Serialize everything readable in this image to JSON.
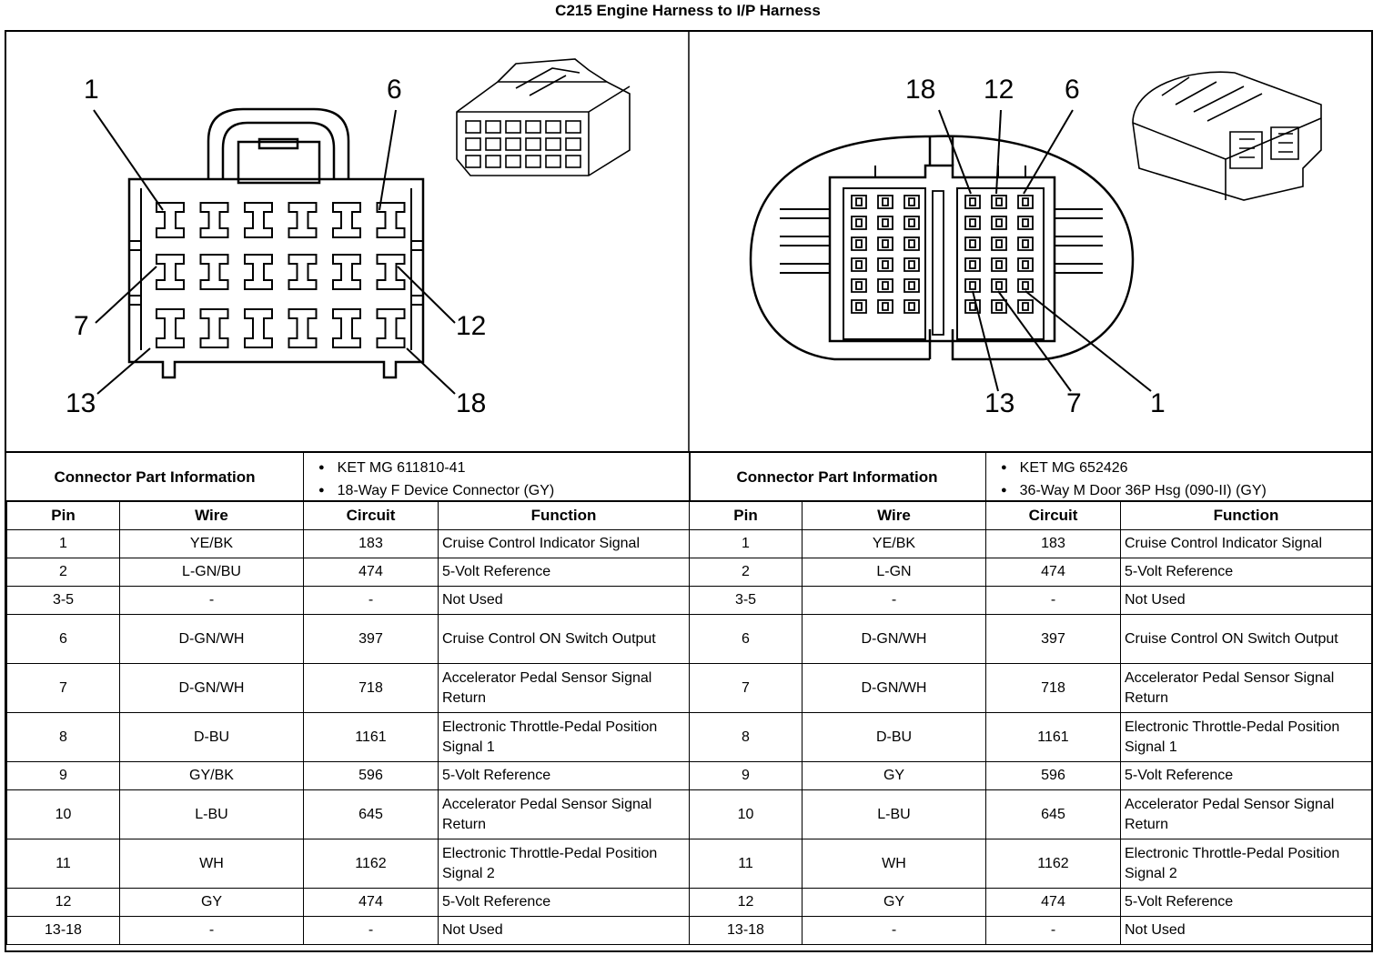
{
  "title": "C215 Engine Harness to I/P Harness",
  "left": {
    "cpi_label": "Connector Part Information",
    "cpi_items": [
      "KET MG 611810-41",
      "18-Way F Device Connector (GY)"
    ],
    "callouts": [
      "1",
      "6",
      "7",
      "12",
      "13",
      "18"
    ],
    "headers": [
      "Pin",
      "Wire",
      "Circuit",
      "Function"
    ],
    "rows": [
      {
        "pin": "1",
        "wire": "YE/BK",
        "circuit": "183",
        "function": "Cruise Control Indicator Signal"
      },
      {
        "pin": "2",
        "wire": "L-GN/BU",
        "circuit": "474",
        "function": "5-Volt Reference"
      },
      {
        "pin": "3-5",
        "wire": "-",
        "circuit": "-",
        "function": "Not Used"
      },
      {
        "pin": "6",
        "wire": "D-GN/WH",
        "circuit": "397",
        "function": "Cruise Control ON Switch Output"
      },
      {
        "pin": "7",
        "wire": "D-GN/WH",
        "circuit": "718",
        "function": "Accelerator Pedal Sensor Signal Return"
      },
      {
        "pin": "8",
        "wire": "D-BU",
        "circuit": "1161",
        "function": "Electronic Throttle-Pedal Position Signal 1"
      },
      {
        "pin": "9",
        "wire": "GY/BK",
        "circuit": "596",
        "function": "5-Volt Reference"
      },
      {
        "pin": "10",
        "wire": "L-BU",
        "circuit": "645",
        "function": "Accelerator Pedal Sensor Signal Return"
      },
      {
        "pin": "11",
        "wire": "WH",
        "circuit": "1162",
        "function": "Electronic Throttle-Pedal Position Signal 2"
      },
      {
        "pin": "12",
        "wire": "GY",
        "circuit": "474",
        "function": "5-Volt Reference"
      },
      {
        "pin": "13-18",
        "wire": "-",
        "circuit": "-",
        "function": "Not Used"
      }
    ]
  },
  "right": {
    "cpi_label": "Connector Part Information",
    "cpi_items": [
      "KET MG 652426",
      "36-Way M Door 36P Hsg (090-II) (GY)"
    ],
    "callouts": [
      "18",
      "12",
      "6",
      "13",
      "7",
      "1"
    ],
    "headers": [
      "Pin",
      "Wire",
      "Circuit",
      "Function"
    ],
    "rows": [
      {
        "pin": "1",
        "wire": "YE/BK",
        "circuit": "183",
        "function": "Cruise Control Indicator Signal"
      },
      {
        "pin": "2",
        "wire": "L-GN",
        "circuit": "474",
        "function": "5-Volt Reference"
      },
      {
        "pin": "3-5",
        "wire": "-",
        "circuit": "-",
        "function": "Not Used"
      },
      {
        "pin": "6",
        "wire": "D-GN/WH",
        "circuit": "397",
        "function": "Cruise Control ON Switch Output"
      },
      {
        "pin": "7",
        "wire": "D-GN/WH",
        "circuit": "718",
        "function": "Accelerator Pedal Sensor Signal Return"
      },
      {
        "pin": "8",
        "wire": "D-BU",
        "circuit": "1161",
        "function": "Electronic Throttle-Pedal Position Signal 1"
      },
      {
        "pin": "9",
        "wire": "GY",
        "circuit": "596",
        "function": "5-Volt Reference"
      },
      {
        "pin": "10",
        "wire": "L-BU",
        "circuit": "645",
        "function": "Accelerator Pedal Sensor Signal Return"
      },
      {
        "pin": "11",
        "wire": "WH",
        "circuit": "1162",
        "function": "Electronic Throttle-Pedal Position Signal 2"
      },
      {
        "pin": "12",
        "wire": "GY",
        "circuit": "474",
        "function": "5-Volt Reference"
      },
      {
        "pin": "13-18",
        "wire": "-",
        "circuit": "-",
        "function": "Not Used"
      }
    ]
  }
}
